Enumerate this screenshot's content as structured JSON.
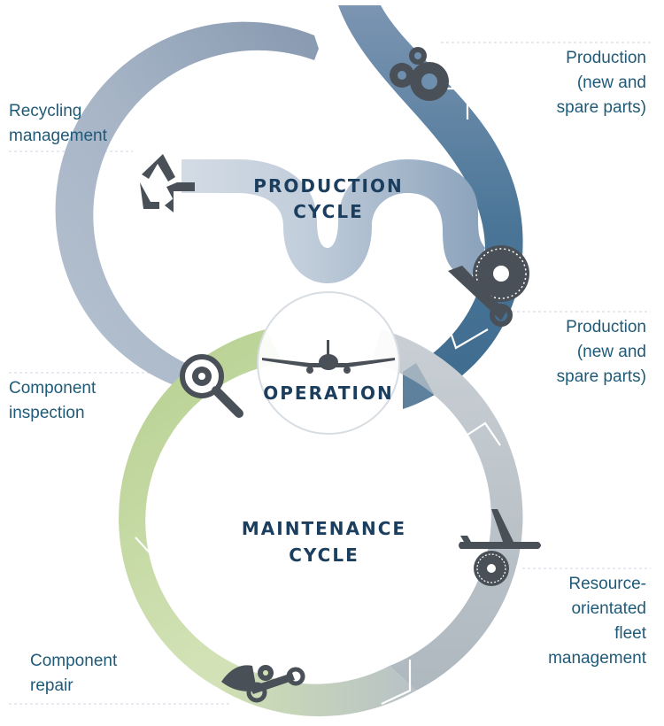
{
  "diagram": {
    "production_cycle": [
      "PRODUCTION",
      "CYCLE"
    ],
    "maintenance_cycle": [
      "MAINTENANCE",
      "CYCLE"
    ],
    "operation": "OPERATION"
  },
  "labels": {
    "recycling": [
      "Recycling",
      "management"
    ],
    "production_top": [
      "Production",
      "(new and",
      "spare parts)"
    ],
    "production_mid": [
      "Production",
      "(new and",
      "spare parts)"
    ],
    "component_inspection": [
      "Component",
      "inspection"
    ],
    "resource_fleet": [
      "Resource-",
      "orientated",
      "fleet",
      "management"
    ],
    "component_repair": [
      "Component",
      "repair"
    ]
  },
  "icons": [
    "recycle-icon",
    "gears-icon",
    "engine-fan-wrench-icon",
    "airplane-icon",
    "magnifier-gear-icon",
    "airplane-engine-icon",
    "turbine-blade-wrench-icon"
  ],
  "colors": {
    "production_dark": "#3d6b8e",
    "recycling_grey": "#a8b6c8",
    "maintenance_green": "#c6dba0",
    "maintenance_grey": "#b9c1c7",
    "text_blue": "#1f5a78",
    "title_navy": "#1b3e5f",
    "icon_dark": "#4a5058"
  }
}
